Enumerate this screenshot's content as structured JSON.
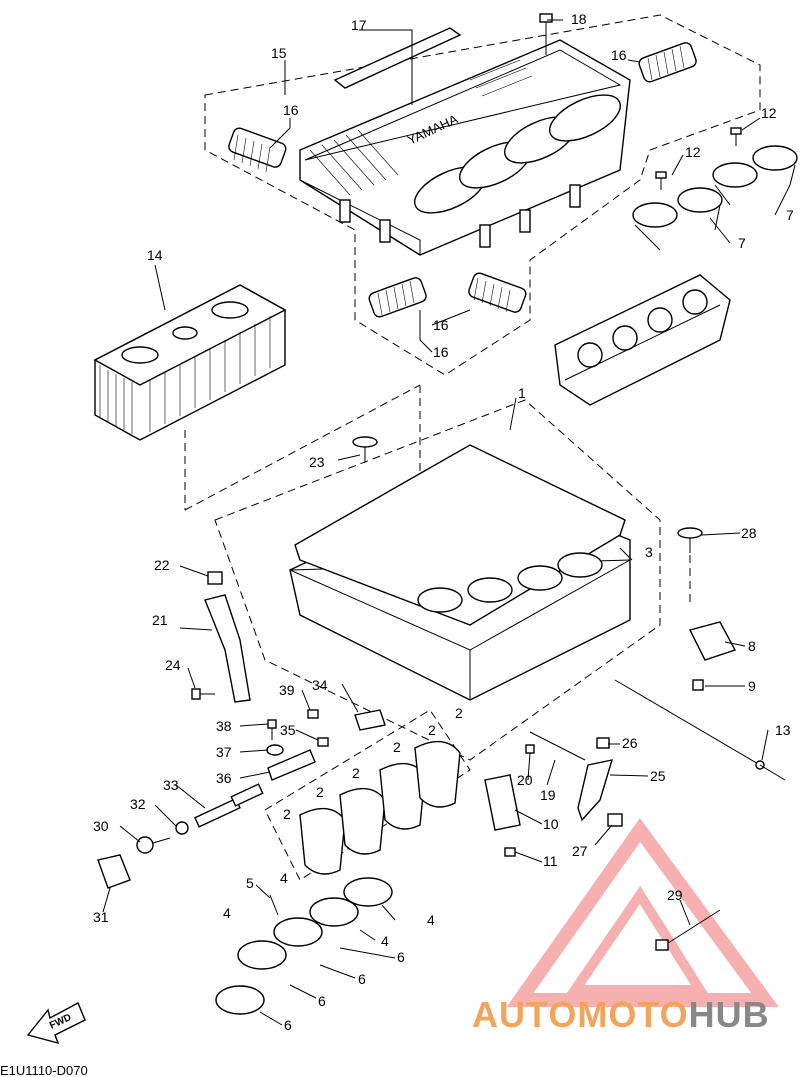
{
  "diagram_code": "E1U1110-D070",
  "watermark": {
    "word_a": "AUTOMOTO",
    "word_b": "HUB",
    "color_a": "#f4a45a",
    "color_b": "#888888",
    "logo_color": "#f07070"
  },
  "fwd_arrow_label": "FWD",
  "housing_brand_text": "YAMAHA",
  "callouts": {
    "p1": "1",
    "p2a": "2",
    "p2b": "2",
    "p2c": "2",
    "p2d": "2",
    "p2e": "2",
    "p2f": "2",
    "p3": "3",
    "p4a": "4",
    "p4b": "4",
    "p4c": "4",
    "p4d": "4",
    "p5": "5",
    "p6a": "6",
    "p6b": "6",
    "p6c": "6",
    "p6d": "6",
    "p7a": "7",
    "p7b": "7",
    "p8": "8",
    "p9": "9",
    "p10": "10",
    "p11": "11",
    "p12a": "12",
    "p12b": "12",
    "p13": "13",
    "p14": "14",
    "p15": "15",
    "p16a": "16",
    "p16b": "16",
    "p16c": "16",
    "p16d": "16",
    "p17": "17",
    "p18": "18",
    "p19": "19",
    "p20": "20",
    "p21": "21",
    "p22": "22",
    "p23": "23",
    "p24": "24",
    "p25": "25",
    "p26": "26",
    "p27": "27",
    "p28": "28",
    "p29": "29",
    "p30": "30",
    "p31": "31",
    "p32": "32",
    "p33": "33",
    "p34": "34",
    "p35": "35",
    "p36": "36",
    "p37": "37",
    "p38": "38",
    "p39": "39"
  }
}
